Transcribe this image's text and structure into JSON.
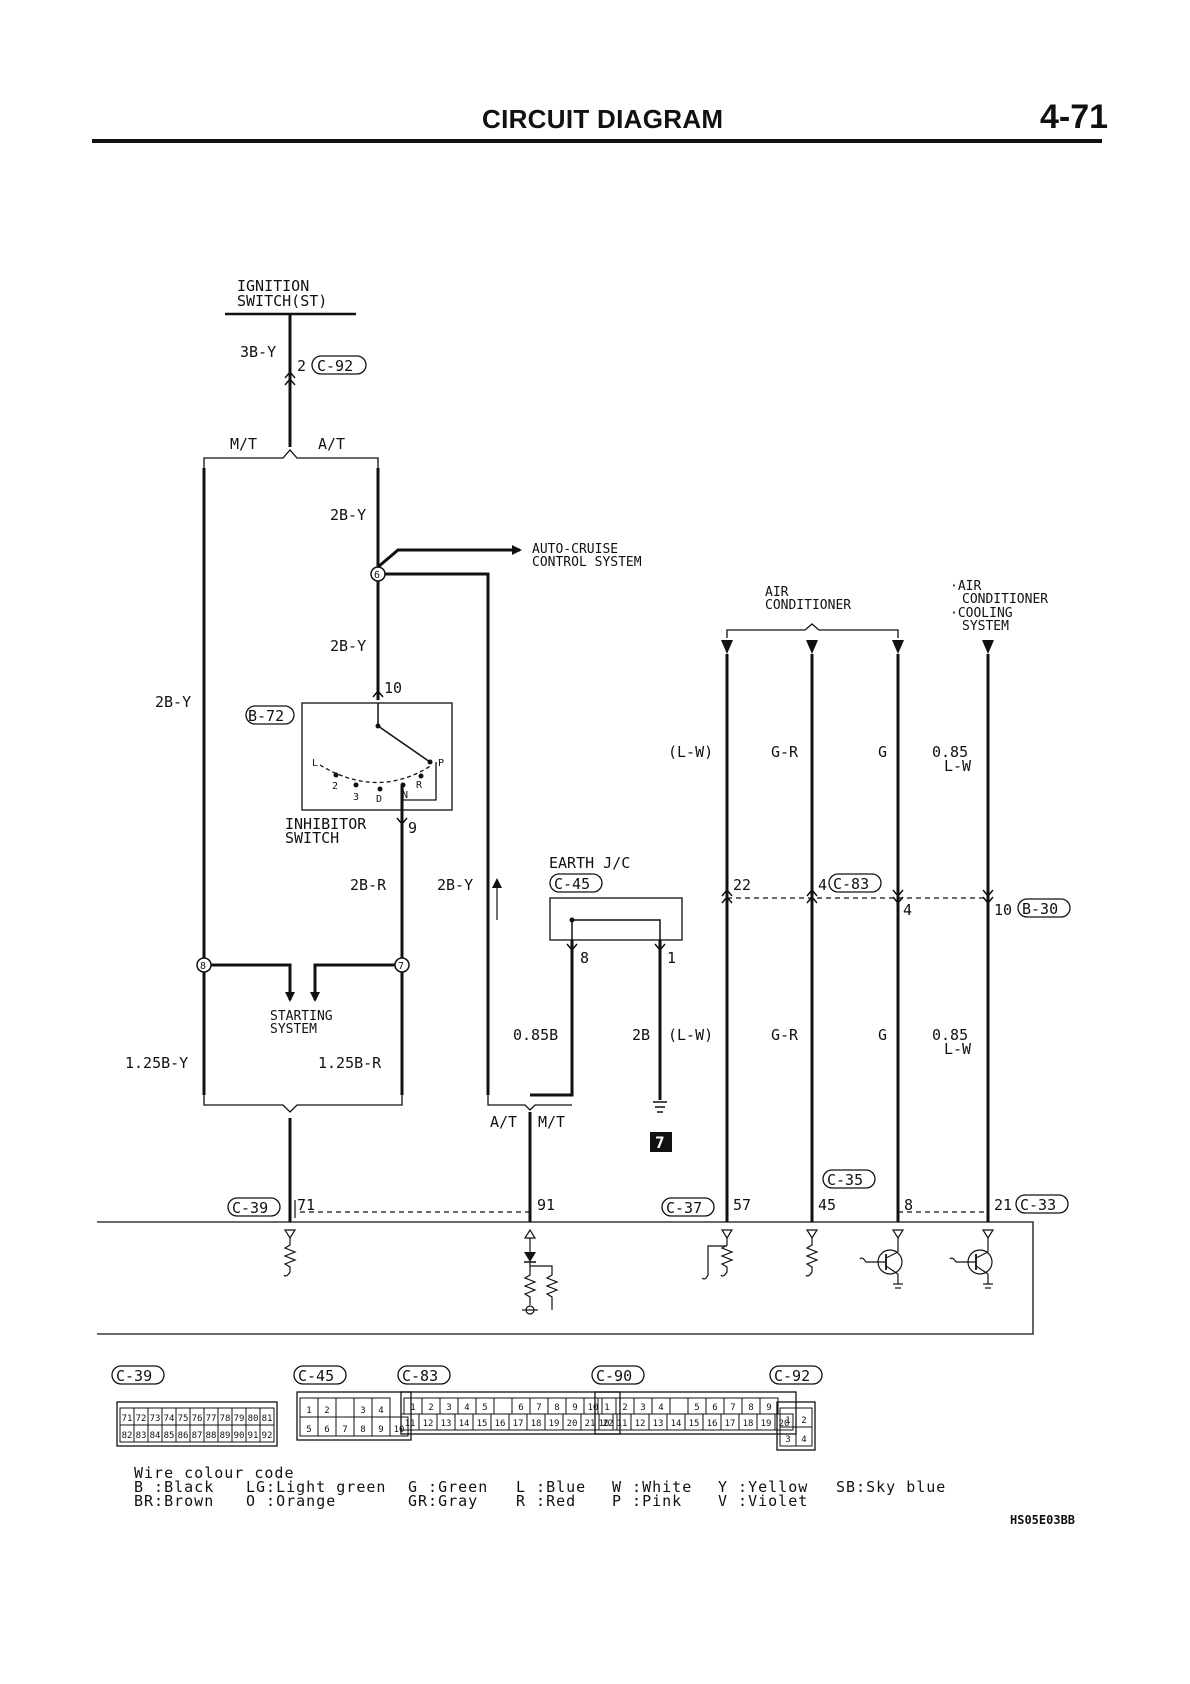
{
  "header": {
    "title": "CIRCUIT DIAGRAM",
    "page_number": "4-71"
  },
  "components": {
    "ignition_switch": [
      "IGNITION",
      "SWITCH(ST)"
    ],
    "auto_cruise": [
      "AUTO-CRUISE",
      "CONTROL SYSTEM"
    ],
    "air_conditioner": [
      "AIR",
      "CONDITIONER"
    ],
    "ac_cooling": [
      "·AIR",
      "CONDITIONER",
      "·COOLING",
      "SYSTEM"
    ],
    "inhibitor_switch": [
      "INHIBITOR",
      "SWITCH"
    ],
    "starting_system": [
      "STARTING",
      "SYSTEM"
    ],
    "earth_jc": "EARTH J/C"
  },
  "branch_labels": {
    "mt": "M/T",
    "at": "A/T"
  },
  "connectors": {
    "c92": "C-92",
    "b72": "B-72",
    "c45": "C-45",
    "c83": "C-83",
    "b30": "B-30",
    "c39": "C-39",
    "c37": "C-37",
    "c35": "C-35",
    "c33": "C-33",
    "c90": "C-90"
  },
  "wires": {
    "w3by": "3B-Y",
    "w2by": "2B-Y",
    "w2br": "2B-R",
    "w125by": "1.25B-Y",
    "w125br": "1.25B-R",
    "w085b": "0.85B",
    "w2b": "2B",
    "wlw": "(L-W)",
    "wgr": "G-R",
    "wg": "G",
    "w085": "0.85",
    "wlw2": "L-W"
  },
  "pins": {
    "p2": "2",
    "p10": "10",
    "p9": "9",
    "p8": "8",
    "p1": "1",
    "p22": "22",
    "p4": "4",
    "p10b": "10",
    "p71": "71",
    "p91": "91",
    "p57": "57",
    "p45": "45",
    "p8b": "8",
    "p21": "21",
    "j6": "6",
    "j8": "8",
    "j7": "7"
  },
  "switch_positions": {
    "L": "L",
    "two": "2",
    "three": "3",
    "D": "D",
    "N": "N",
    "R": "R",
    "P": "P"
  },
  "earth_point": "7",
  "connector_pins": {
    "c39_row1": [
      "71",
      "72",
      "73",
      "74",
      "75",
      "76",
      "77",
      "78",
      "79",
      "80",
      "81"
    ],
    "c39_row2": [
      "82",
      "83",
      "84",
      "85",
      "86",
      "87",
      "88",
      "89",
      "90",
      "91",
      "92"
    ],
    "c45_row1": [
      "1",
      "2",
      "",
      "3",
      "4"
    ],
    "c45_row2": [
      "5",
      "6",
      "7",
      "8",
      "9",
      "10"
    ],
    "c83_row1": [
      "1",
      "2",
      "3",
      "4",
      "5",
      "",
      "6",
      "7",
      "8",
      "9",
      "10"
    ],
    "c83_row2": [
      "11",
      "12",
      "13",
      "14",
      "15",
      "16",
      "17",
      "18",
      "19",
      "20",
      "21",
      "22"
    ],
    "c90_row1": [
      "1",
      "2",
      "3",
      "4",
      "",
      "5",
      "6",
      "7",
      "8",
      "9"
    ],
    "c90_row2": [
      "10",
      "11",
      "12",
      "13",
      "14",
      "15",
      "16",
      "17",
      "18",
      "19",
      "20"
    ],
    "c92_row1": [
      "1",
      "2"
    ],
    "c92_row2": [
      "3",
      "4"
    ]
  },
  "legend": {
    "title": "Wire colour code",
    "row1": [
      "B :Black",
      "LG:Light green",
      "G :Green",
      "L :Blue",
      "W :White",
      "Y :Yellow",
      "SB:Sky blue"
    ],
    "row2": [
      "BR:Brown",
      "O :Orange",
      "GR:Gray",
      "R :Red",
      "P :Pink",
      "V :Violet"
    ]
  },
  "figure_code": "HS05E03BB"
}
